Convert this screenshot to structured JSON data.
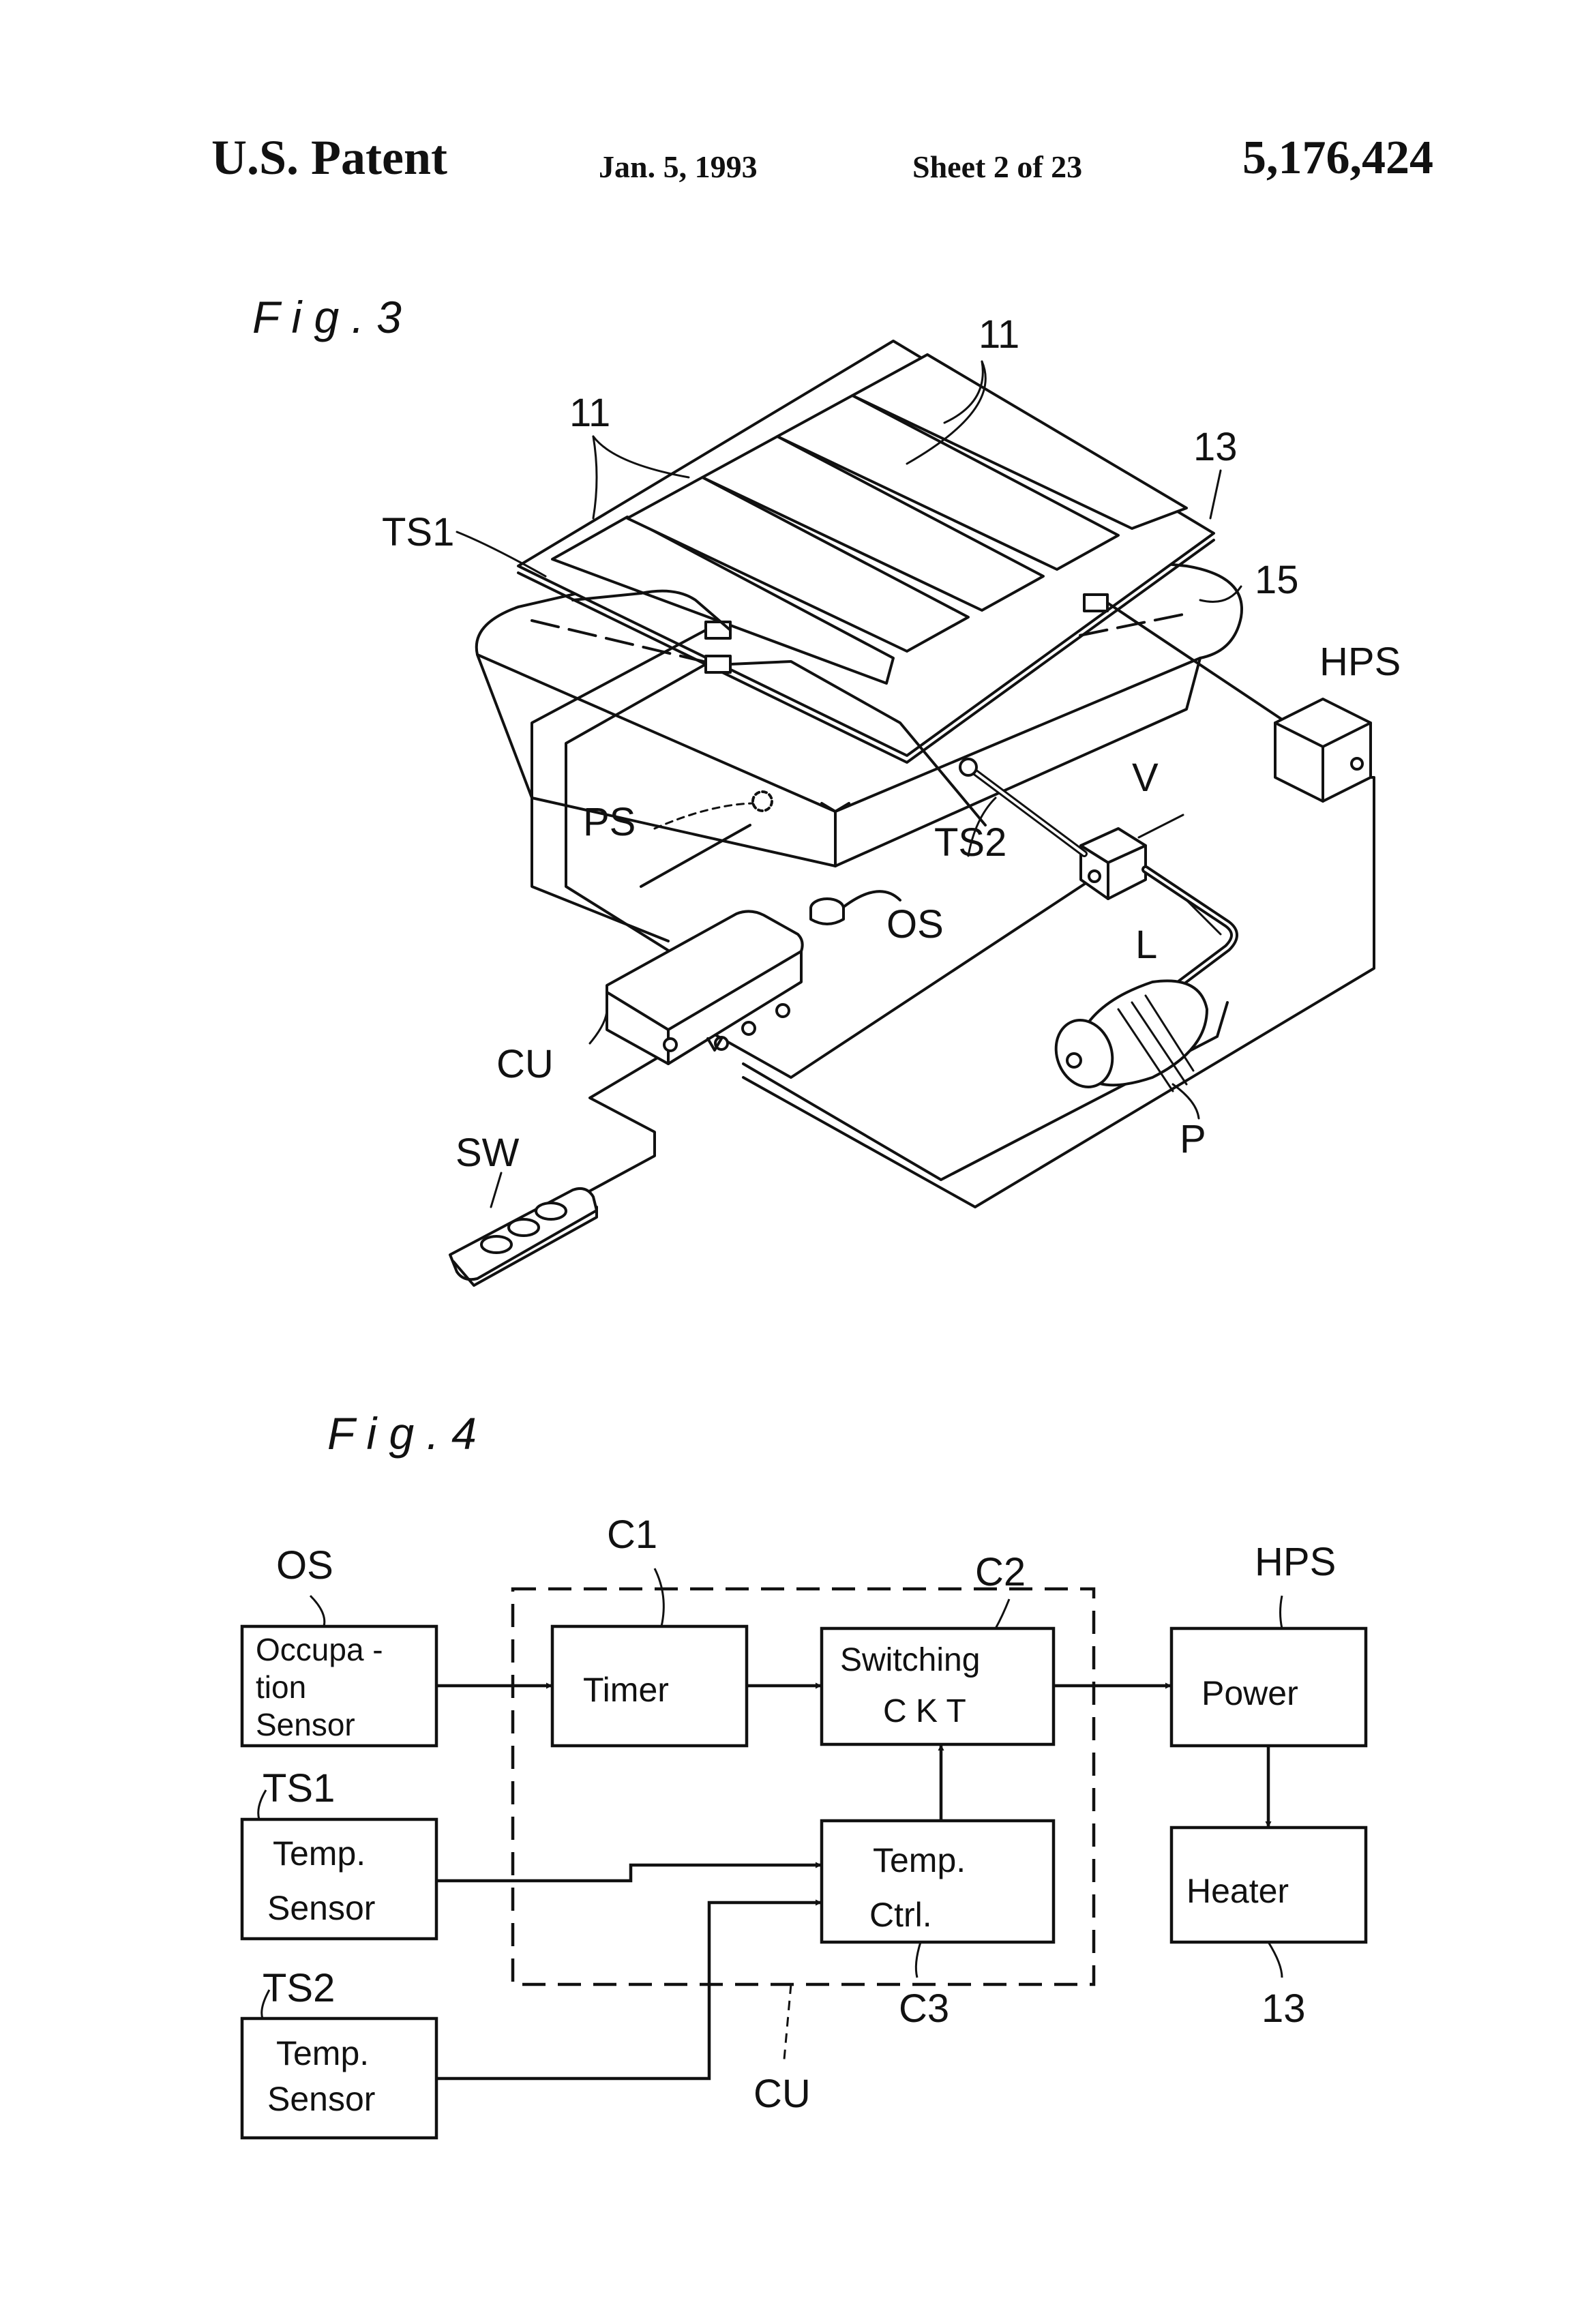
{
  "header": {
    "left": "U.S. Patent",
    "date": "Jan. 5, 1993",
    "sheet": "Sheet 2 of 23",
    "number": "5,176,424"
  },
  "fig3": {
    "title": "F i g .   3",
    "labels": {
      "l11_top": "11",
      "l11_left": "11",
      "l13": "13",
      "l15": "15",
      "ts1": "TS1",
      "hps": "HPS",
      "v": "V",
      "ps": "PS",
      "ts2": "TS2",
      "os": "OS",
      "l": "L",
      "cu": "CU",
      "sw": "SW",
      "p": "P"
    }
  },
  "fig4": {
    "title": "F i g .   4",
    "os_tag": "OS",
    "os_text": [
      "Occupa -",
      "tion",
      "Sensor"
    ],
    "ts1_tag": "TS1",
    "ts1_text": [
      "Temp.",
      "Sensor"
    ],
    "ts2_tag": "TS2",
    "ts2_text": [
      "Temp.",
      "Sensor"
    ],
    "c1_tag": "C1",
    "timer": "Timer",
    "c2_tag": "C2",
    "switch_text": [
      "Switching",
      "C K T"
    ],
    "c3_tag": "C3",
    "ctrl_text": [
      "Temp.",
      "Ctrl."
    ],
    "hps_tag": "HPS",
    "power": "Power",
    "heater": "Heater",
    "heater_tag": "13",
    "cu_tag": "CU"
  }
}
